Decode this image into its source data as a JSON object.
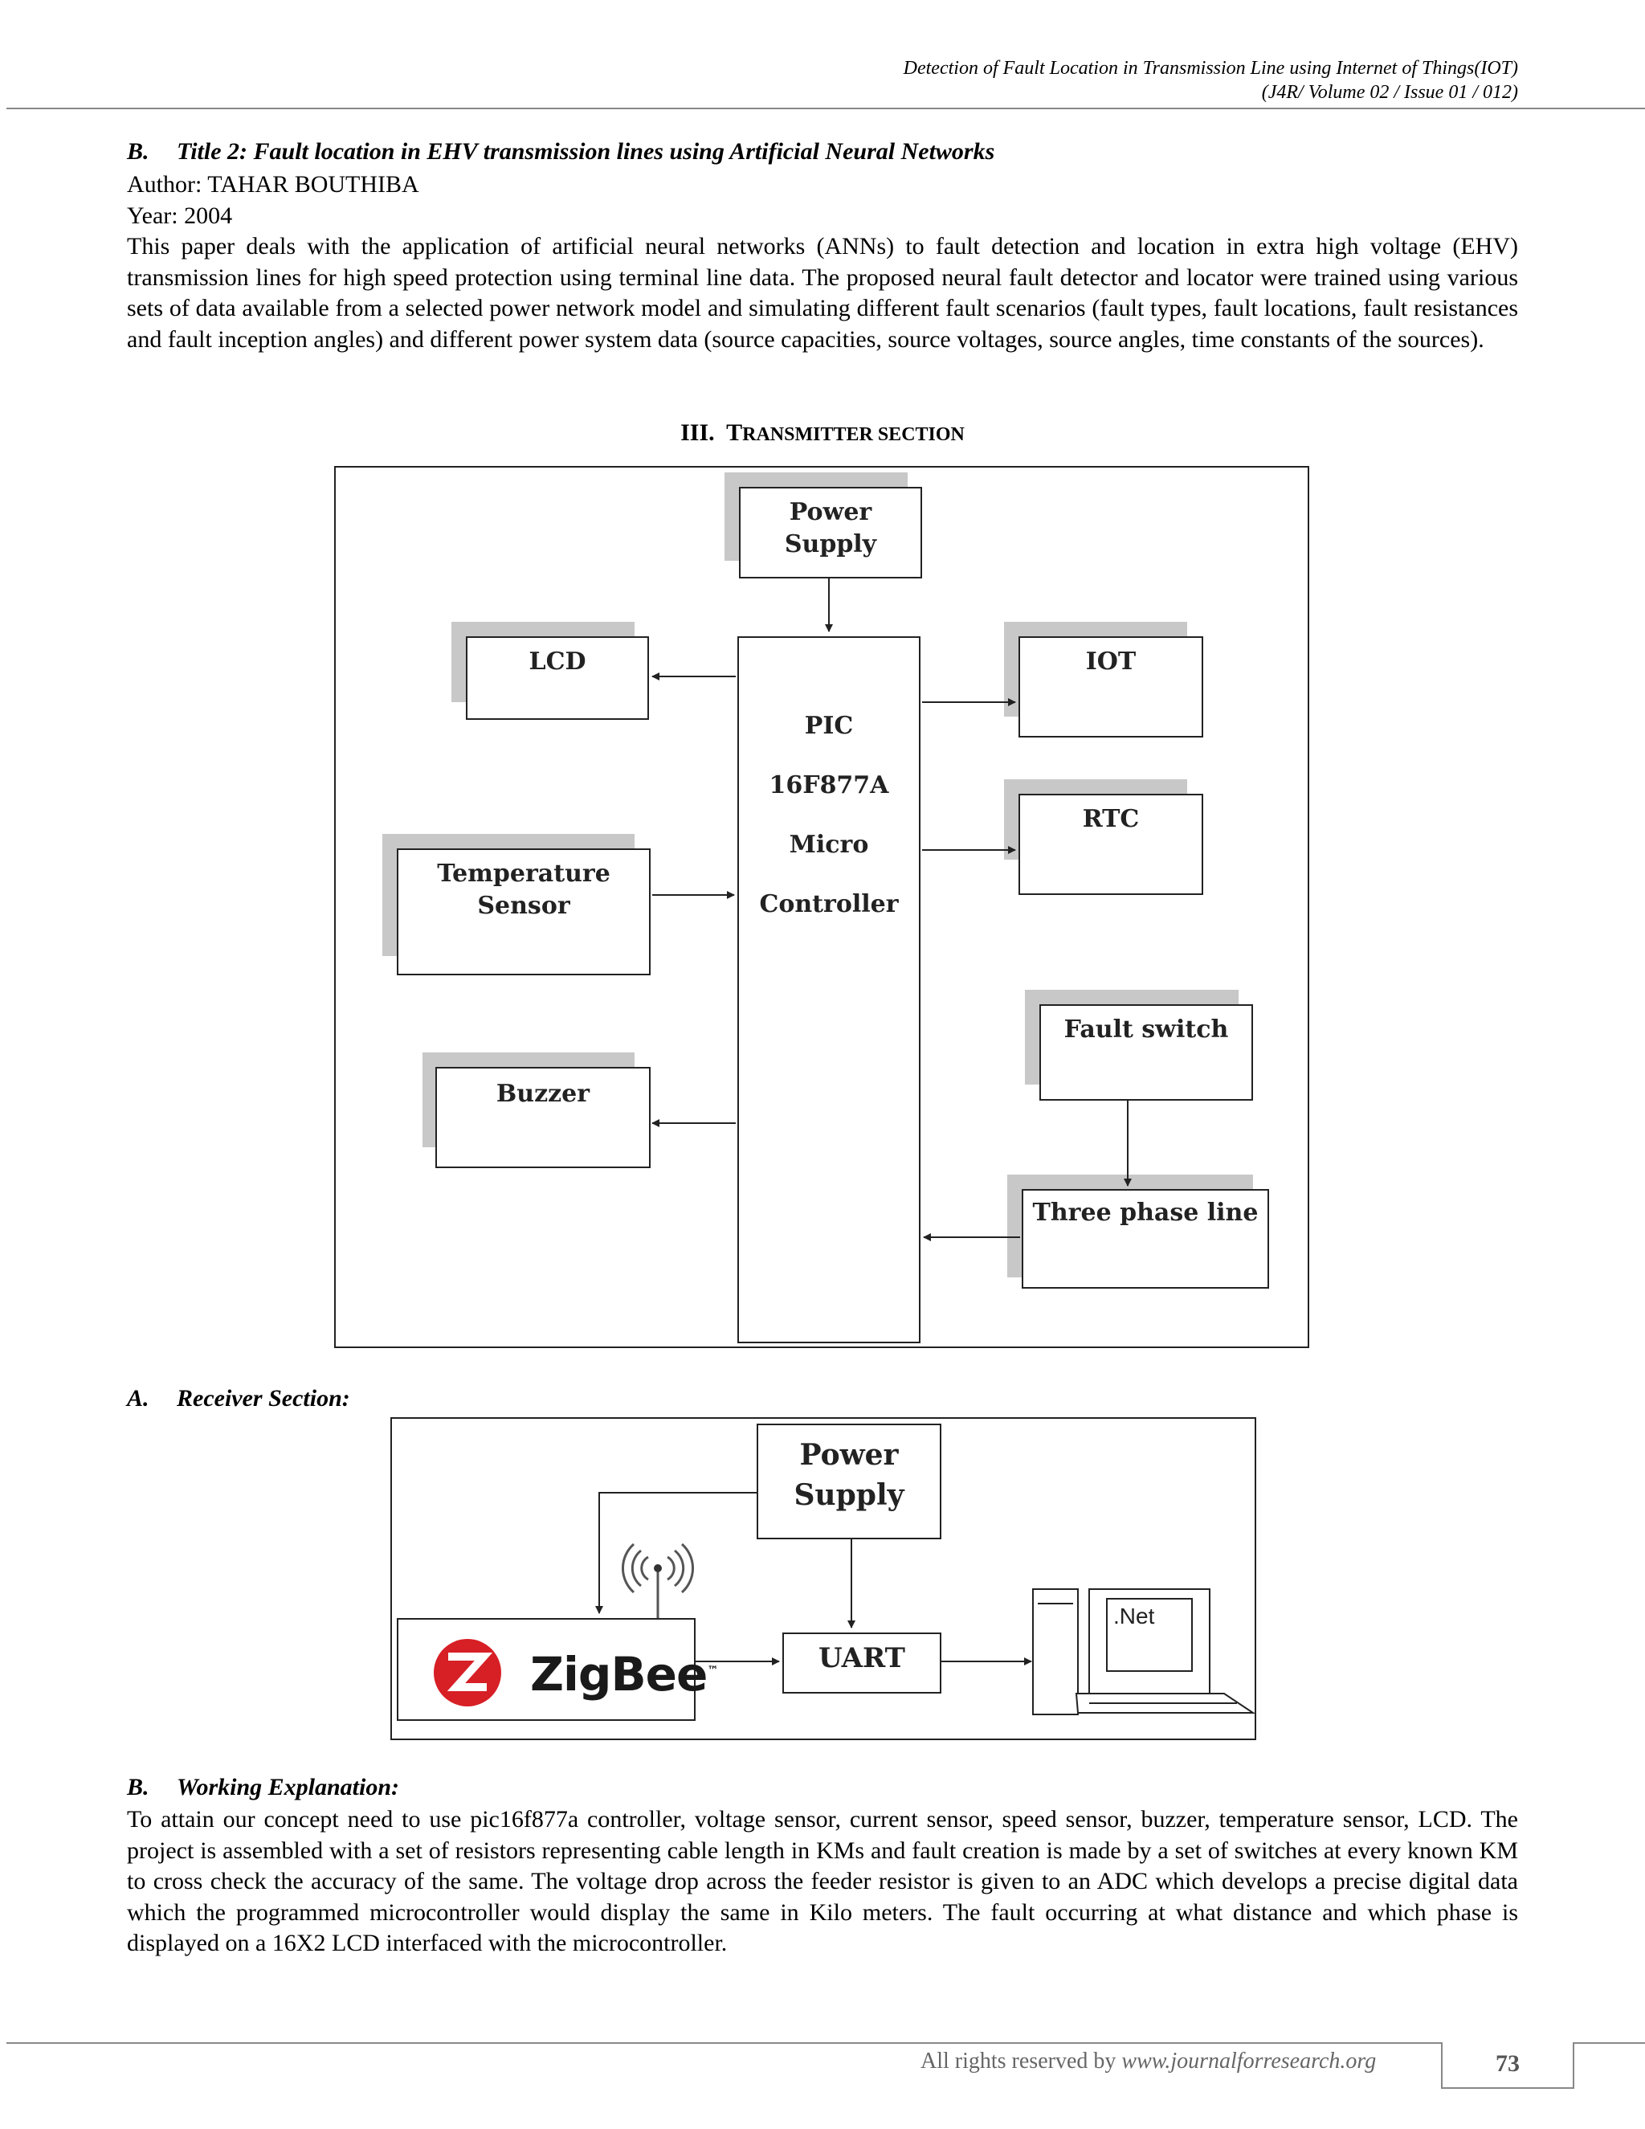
{
  "header": {
    "title": "Detection of Fault Location in Transmission Line using Internet of Things(IOT)",
    "issue": "(J4R/ Volume 02 / Issue 01 / 012)"
  },
  "section_b_title": {
    "number": "B.",
    "text": "Title 2: Fault location in EHV transmission lines using Artificial Neural Networks"
  },
  "author_line": "Author: TAHAR BOUTHIBA",
  "year_line": "Year: 2004",
  "abstract": "This paper deals with the application of artificial neural networks (ANNs) to fault detection and location in extra high voltage (EHV) transmission lines for high speed protection using terminal line data. The proposed neural fault detector and locator were trained using various sets of data available from a selected power network model and simulating different fault scenarios (fault types, fault locations, fault resistances and fault inception angles) and different power system data (source capacities, source voltages, source angles, time constants of the sources).",
  "section_iii": {
    "number": "III.",
    "first_letter": "T",
    "rest": "RANSMITTER SECTION"
  },
  "transmitter": {
    "power_supply_1": "Power",
    "power_supply_2": "Supply",
    "lcd": "LCD",
    "iot": "IOT",
    "pic_1": "PIC",
    "pic_2": "16F877A",
    "pic_3": "Micro",
    "pic_4": "Controller",
    "rtc": "RTC",
    "temp_1": "Temperature",
    "temp_2": "Sensor",
    "buzzer": "Buzzer",
    "fault_switch": "Fault switch",
    "three_phase": "Three phase line"
  },
  "section_a": {
    "number": "A.",
    "text": "Receiver Section:"
  },
  "receiver": {
    "power_supply_1": "Power",
    "power_supply_2": "Supply",
    "zigbee": "ZigBee",
    "tm": "™",
    "uart": "UART",
    "net": ".Net"
  },
  "section_b2": {
    "number": "B.",
    "text": "Working Explanation:"
  },
  "working": "To attain our concept need to use pic16f877a controller, voltage sensor, current sensor, speed sensor, buzzer, temperature sensor, LCD. The project is assembled with a set of resistors representing cable length in KMs and fault creation is made by a set of switches at every known KM to cross check the accuracy of the same. The voltage drop across the feeder resistor is given to an ADC which develops a precise digital data which the programmed microcontroller would display the same in Kilo meters. The fault occurring at what distance and which phase is displayed on a 16X2 LCD interfaced with the microcontroller.",
  "footer": {
    "prefix": "All rights reserved by ",
    "site": "www.journalforresearch.org",
    "page": "73"
  }
}
